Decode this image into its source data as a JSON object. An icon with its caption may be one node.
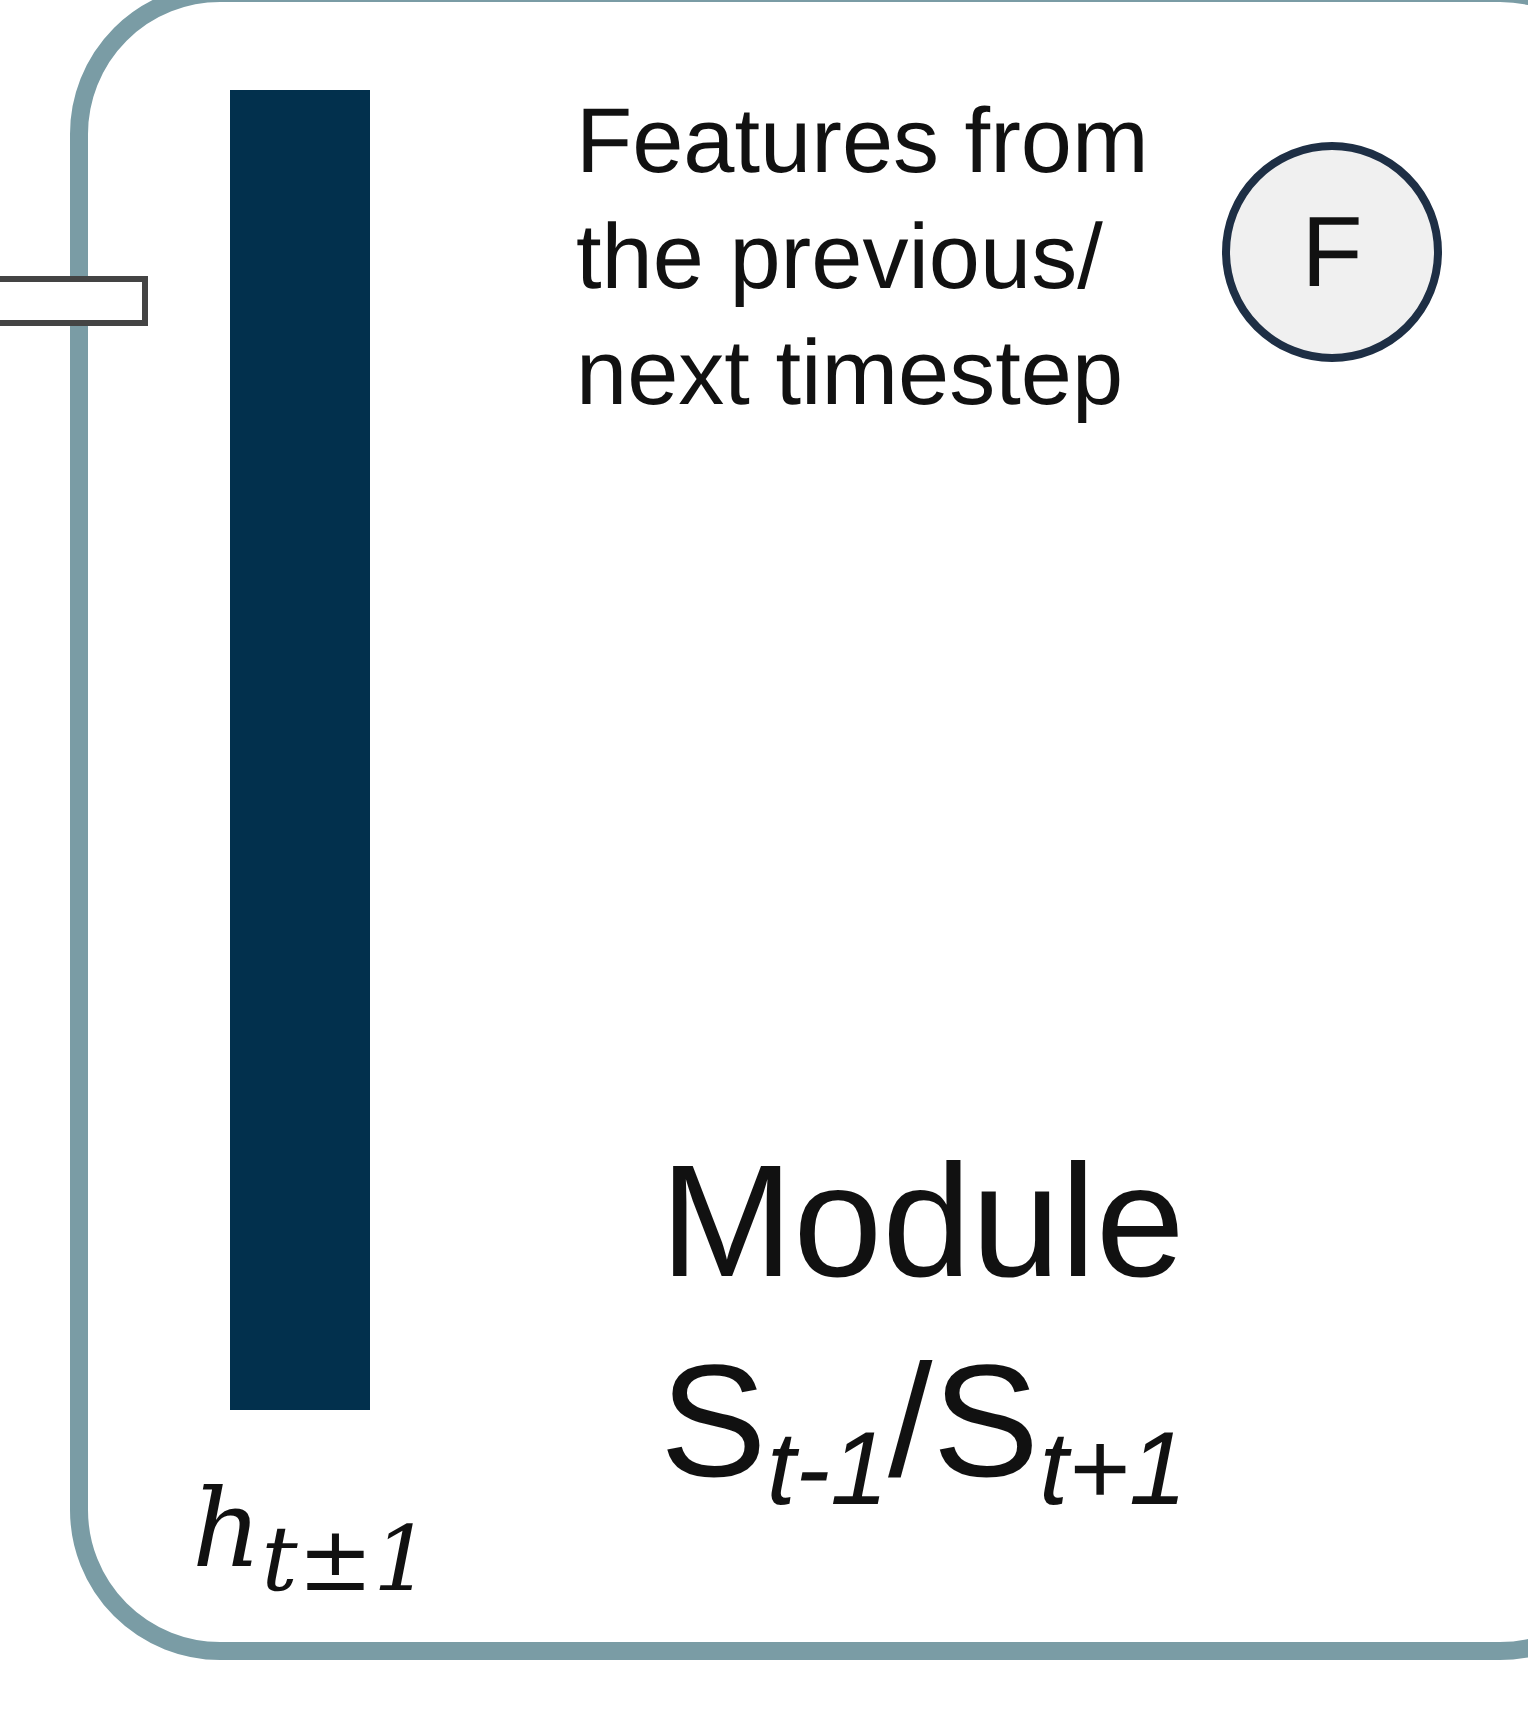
{
  "diagram": {
    "nodes": [
      {
        "text": [
          "Module S$_{t-1}$/S$_{t+1}$"
        ]
      },
      {
        "text": [],
        "shape": "bar",
        "in": 0,
        "beside": [
          "h$_{t±1}$"
        ]
      },
      {
        "text": [
          "F"
        ],
        "in": 0,
        "beside": [
          "Features from the previous/ next timestep"
        ]
      },
      {
        "text": [],
        "shape": "box"
      }
    ]
  }
}
